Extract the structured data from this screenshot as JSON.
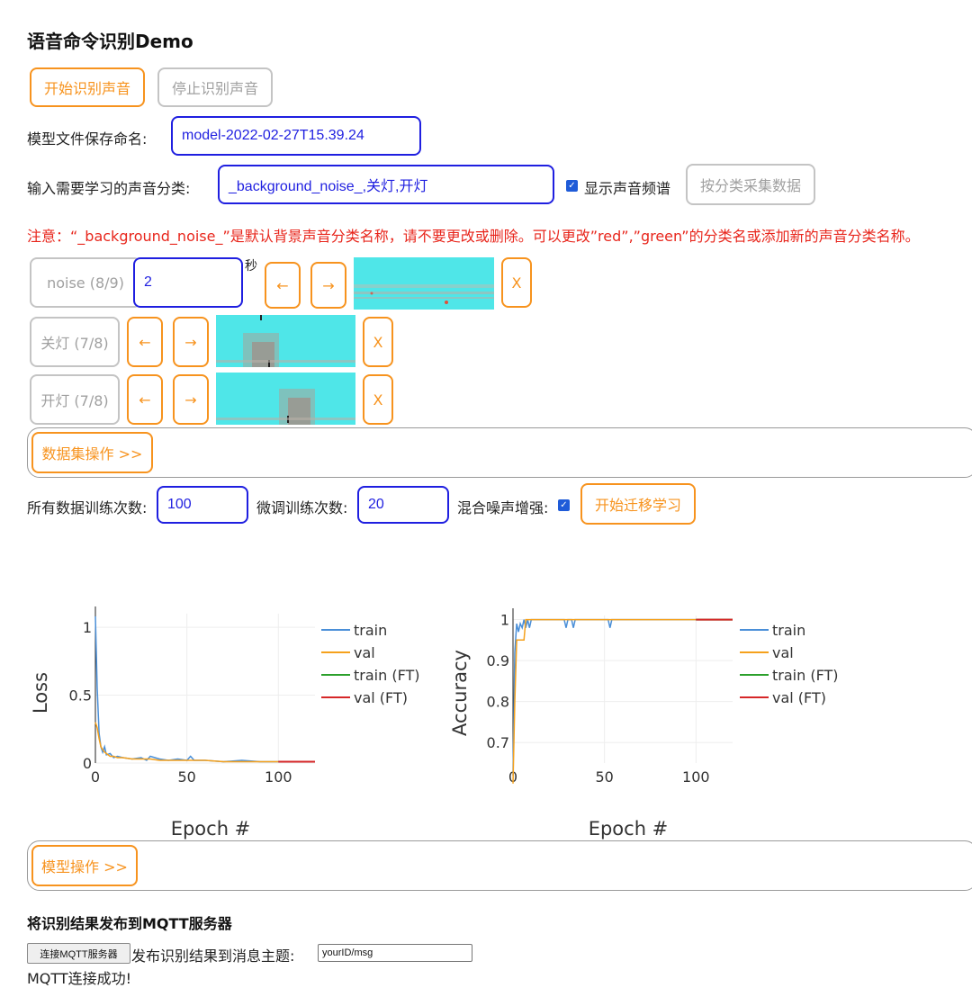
{
  "title": "语音命令识别Demo",
  "controls": {
    "start_label": "开始识别声音",
    "stop_label": "停止识别声音"
  },
  "model_name": {
    "label": "模型文件保存命名:",
    "value": "model-2022-02-27T15.39.24"
  },
  "classes": {
    "label": "输入需要学习的声音分类:",
    "value": "_background_noise_,关灯,开灯",
    "show_spectrogram_label": "显示声音频谱",
    "show_spectrogram_checked": true,
    "collect_label": "按分类采集数据"
  },
  "warning": "注意：“_background_noise_”是默认背景声音分类名称，请不要更改或删除。可以更改”red”,”green”的分类名或添加新的声音分类名称。",
  "classes_list": [
    {
      "name": "noise (8/9)",
      "seconds": "2",
      "seconds_unit": "秒",
      "prev": "←",
      "next": "→",
      "remove": "X"
    },
    {
      "name": "关灯 (7/8)",
      "prev": "←",
      "next": "→",
      "remove": "X"
    },
    {
      "name": "开灯 (7/8)",
      "prev": "←",
      "next": "→",
      "remove": "X"
    }
  ],
  "dataset_ops_label": "数据集操作 >>",
  "training": {
    "epochs_label": "所有数据训练次数:",
    "epochs_value": "100",
    "ft_epochs_label": "微调训练次数:",
    "ft_epochs_value": "20",
    "augment_label": "混合噪声增强:",
    "augment_checked": true,
    "start_label": "开始迁移学习"
  },
  "model_ops_label": "模型操作 >>",
  "mqtt": {
    "heading": "将识别结果发布到MQTT服务器",
    "connect_label": "连接MQTT服务器",
    "topic_label": "发布识别结果到消息主题:",
    "topic_value": "yourID/msg",
    "status": "MQTT连接成功!"
  },
  "colors": {
    "accent": "#f7931e",
    "input_border": "#1f1fe0",
    "warning": "#e8261c",
    "train": "#4a8fd8",
    "val": "#f5a11c",
    "train_ft": "#2ca02c",
    "val_ft": "#d62728"
  },
  "chart_data": [
    {
      "type": "line",
      "title": "",
      "xlabel": "Epoch #",
      "ylabel": "Loss",
      "xlim": [
        0,
        120
      ],
      "ylim": [
        0,
        1.1
      ],
      "xticks": [
        0,
        50,
        100
      ],
      "yticks": [
        0,
        0.5,
        1
      ],
      "legend_position": "right",
      "series": [
        {
          "name": "train",
          "x": [
            0,
            1,
            2,
            3,
            4,
            5,
            6,
            8,
            10,
            12,
            15,
            20,
            25,
            28,
            30,
            35,
            40,
            45,
            50,
            52,
            54,
            60,
            70,
            80,
            90,
            100
          ],
          "values": [
            1.08,
            0.55,
            0.22,
            0.12,
            0.08,
            0.12,
            0.06,
            0.07,
            0.04,
            0.05,
            0.04,
            0.03,
            0.04,
            0.02,
            0.05,
            0.03,
            0.02,
            0.03,
            0.02,
            0.05,
            0.02,
            0.02,
            0.01,
            0.02,
            0.01,
            0.01
          ]
        },
        {
          "name": "val",
          "x": [
            0,
            1,
            2,
            3,
            4,
            5,
            6,
            8,
            10,
            12,
            15,
            20,
            25,
            30,
            35,
            40,
            50,
            60,
            70,
            80,
            90,
            100
          ],
          "values": [
            0.3,
            0.26,
            0.18,
            0.12,
            0.1,
            0.08,
            0.07,
            0.05,
            0.05,
            0.04,
            0.04,
            0.03,
            0.03,
            0.03,
            0.02,
            0.02,
            0.02,
            0.02,
            0.01,
            0.01,
            0.01,
            0.01
          ]
        },
        {
          "name": "train (FT)",
          "x": [
            100,
            105,
            110,
            115,
            120
          ],
          "values": [
            0.01,
            0.01,
            0.01,
            0.01,
            0.01
          ]
        },
        {
          "name": "val (FT)",
          "x": [
            100,
            105,
            110,
            115,
            120
          ],
          "values": [
            0.01,
            0.01,
            0.01,
            0.01,
            0.01
          ]
        }
      ]
    },
    {
      "type": "line",
      "title": "",
      "xlabel": "Epoch #",
      "ylabel": "Accuracy",
      "xlim": [
        0,
        120
      ],
      "ylim": [
        0.65,
        1.01
      ],
      "xticks": [
        0,
        50,
        100
      ],
      "yticks": [
        0.7,
        0.8,
        0.9,
        1
      ],
      "legend_position": "right",
      "series": [
        {
          "name": "train",
          "x": [
            0,
            1,
            2,
            3,
            4,
            5,
            6,
            7,
            8,
            9,
            10,
            12,
            15,
            20,
            28,
            29,
            30,
            32,
            33,
            34,
            40,
            50,
            52,
            53,
            54,
            60,
            70,
            80,
            90,
            100
          ],
          "values": [
            0.62,
            0.92,
            0.99,
            0.97,
            0.99,
            0.98,
            1,
            0.98,
            1,
            0.98,
            1,
            1,
            1,
            1,
            1,
            0.98,
            1,
            1,
            0.98,
            1,
            1,
            1,
            1,
            0.98,
            1,
            1,
            1,
            1,
            1,
            1
          ]
        },
        {
          "name": "val",
          "x": [
            0,
            1,
            2,
            3,
            4,
            5,
            6,
            7,
            8,
            10,
            15,
            20,
            30,
            40,
            50,
            60,
            70,
            80,
            90,
            100
          ],
          "values": [
            0.6,
            0.8,
            0.95,
            0.95,
            0.95,
            0.95,
            0.95,
            1,
            1,
            1,
            1,
            1,
            1,
            1,
            1,
            1,
            1,
            1,
            1,
            1
          ]
        },
        {
          "name": "train (FT)",
          "x": [
            100,
            105,
            110,
            115,
            120
          ],
          "values": [
            1,
            1,
            1,
            1,
            1
          ]
        },
        {
          "name": "val (FT)",
          "x": [
            100,
            105,
            110,
            115,
            120
          ],
          "values": [
            1,
            1,
            1,
            1,
            1
          ]
        }
      ]
    }
  ]
}
